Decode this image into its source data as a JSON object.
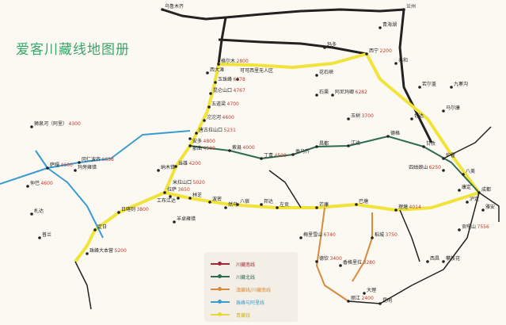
{
  "title": "爱客川藏线地图册",
  "colors": {
    "yellow": "#f2e33a",
    "green": "#2e6b4f",
    "blue": "#3a9bd1",
    "orange": "#d98a3a",
    "red": "#9c2a35",
    "black": "#222222"
  },
  "legend": [
    {
      "label": "川藏南线",
      "color": "#9c2a35"
    },
    {
      "label": "川藏北线",
      "color": "#2e6b4f"
    },
    {
      "label": "滇藏线/川藏南线",
      "color": "#d98a3a"
    },
    {
      "label": "珠峰与阿里线",
      "color": "#3a9bd1"
    },
    {
      "label": "青藏线",
      "color": "#e8d63a"
    }
  ],
  "places": [
    {
      "name": "乌鲁木齐"
    },
    {
      "name": "格尔木",
      "alt": "2800"
    },
    {
      "name": "西宁",
      "alt": "2200"
    },
    {
      "name": "兰州"
    },
    {
      "name": "西大滩"
    },
    {
      "name": "玉珠峰",
      "alt": "6178"
    },
    {
      "name": "昆仑山口",
      "alt": "4767"
    },
    {
      "name": "五道梁",
      "alt": "4700"
    },
    {
      "name": "沱沱河",
      "alt": "4600"
    },
    {
      "name": "唐古拉山口",
      "alt": "5231"
    },
    {
      "name": "安多",
      "alt": "4800"
    },
    {
      "name": "那曲",
      "alt": "4500"
    },
    {
      "name": "当雄",
      "alt": "4200"
    },
    {
      "name": "拉萨",
      "alt": "3650"
    },
    {
      "name": "索县",
      "alt": "4000"
    },
    {
      "name": "丁青",
      "alt": "4500"
    },
    {
      "name": "类乌齐"
    },
    {
      "name": "昌都"
    },
    {
      "name": "江达"
    },
    {
      "name": "德格"
    },
    {
      "name": "甘孜"
    },
    {
      "name": "炉霍"
    },
    {
      "name": "八美"
    },
    {
      "name": "康定"
    },
    {
      "name": "泸定"
    },
    {
      "name": "雅安"
    },
    {
      "name": "成都"
    },
    {
      "name": "理塘",
      "alt": "4014"
    },
    {
      "name": "巴塘"
    },
    {
      "name": "芒康"
    },
    {
      "name": "左贡"
    },
    {
      "name": "邦达"
    },
    {
      "name": "八宿"
    },
    {
      "name": "然乌"
    },
    {
      "name": "波密"
    },
    {
      "name": "林芝"
    },
    {
      "name": "工布江达"
    },
    {
      "name": "米拉山口",
      "alt": "5020"
    },
    {
      "name": "日喀则",
      "alt": "3800"
    },
    {
      "name": "定日"
    },
    {
      "name": "珠峰大本营",
      "alt": "5200"
    },
    {
      "name": "狮泉河（阿里）",
      "alt": "4300"
    },
    {
      "name": "冈仁波齐",
      "alt": "6638"
    },
    {
      "name": "玛旁雍错"
    },
    {
      "name": "萨嘎",
      "alt": "4600"
    },
    {
      "name": "仲巴",
      "alt": "4600"
    },
    {
      "name": "玛多"
    },
    {
      "name": "花石峡"
    },
    {
      "name": "玉树",
      "alt": "3700"
    },
    {
      "name": "石渠"
    },
    {
      "name": "色达"
    },
    {
      "name": "马尔康"
    },
    {
      "name": "稻城",
      "alt": "3750"
    },
    {
      "name": "香格里拉",
      "alt": "3280"
    },
    {
      "name": "德钦",
      "alt": "3400"
    },
    {
      "name": "梅里雪山",
      "alt": "6740"
    },
    {
      "name": "丽江",
      "alt": "2400"
    },
    {
      "name": "大理"
    },
    {
      "name": "昆明"
    },
    {
      "name": "西昌"
    },
    {
      "name": "攀枝花"
    },
    {
      "name": "贡嘎山",
      "alt": "7556"
    },
    {
      "name": "青海湖"
    },
    {
      "name": "可可西里无人区"
    },
    {
      "name": "阿尼玛卿",
      "alt": "6282"
    },
    {
      "name": "共和"
    },
    {
      "name": "若尔盖"
    },
    {
      "name": "九寨沟"
    },
    {
      "name": "四姑娘山",
      "alt": "6250"
    },
    {
      "name": "纳木错"
    },
    {
      "name": "羊卓雍错"
    },
    {
      "name": "札达"
    },
    {
      "name": "普兰"
    }
  ]
}
